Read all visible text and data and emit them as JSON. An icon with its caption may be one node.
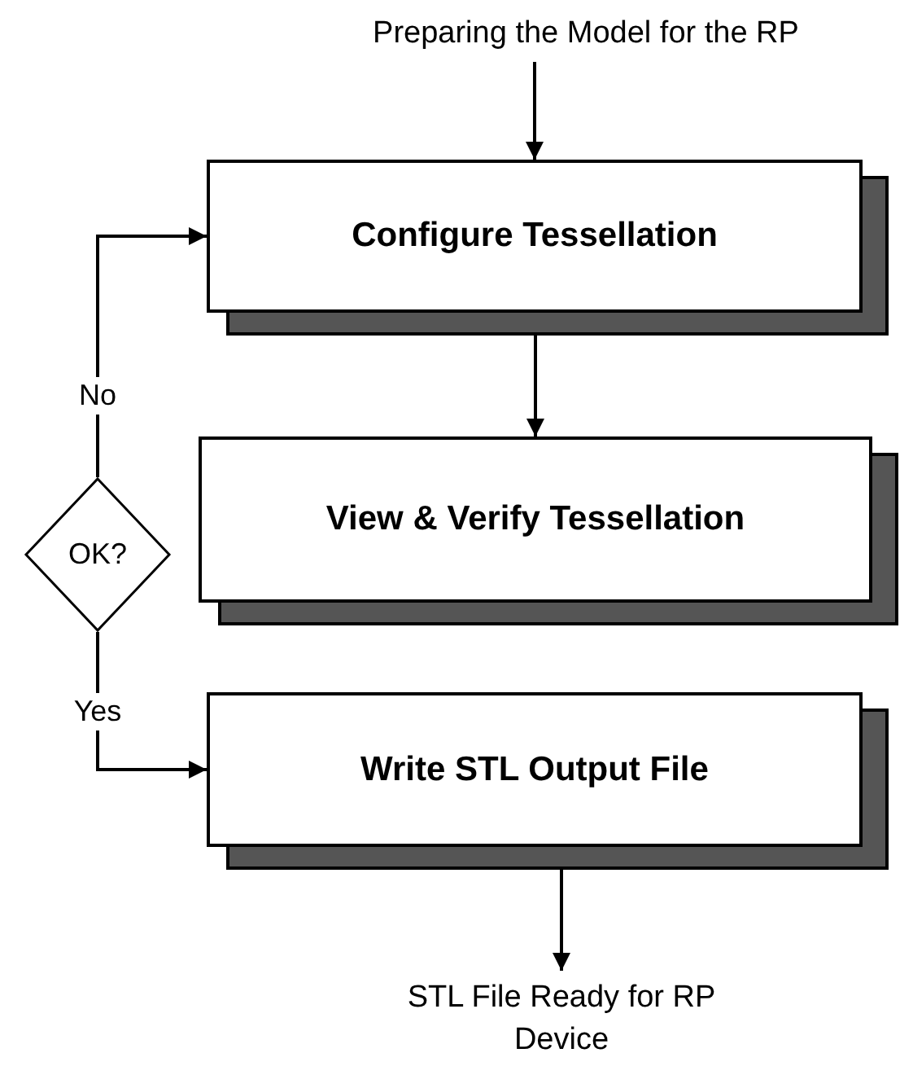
{
  "diagram": {
    "nodes": [
      {
        "text": [
          "Preparing the Model for the RP"
        ]
      },
      {
        "text": [
          "Configure Tessellation"
        ]
      },
      {
        "text": [
          "View & Verify Tessellation"
        ]
      },
      {
        "text": [
          "Write STL Output File"
        ]
      },
      {
        "text": [
          "OK?"
        ]
      },
      {
        "text": [
          "STL File Ready for RP Device"
        ]
      }
    ],
    "edges": [
      {
        "from": 0,
        "to": 1,
        "arrow": "to"
      },
      {
        "from": 1,
        "to": 2,
        "arrow": "to"
      },
      {
        "from": 4,
        "to": 1,
        "arrow": "to",
        "label": "No"
      },
      {
        "from": 4,
        "to": 3,
        "arrow": "to",
        "label": "Yes"
      },
      {
        "from": 3,
        "to": 5,
        "arrow": "to"
      }
    ]
  }
}
